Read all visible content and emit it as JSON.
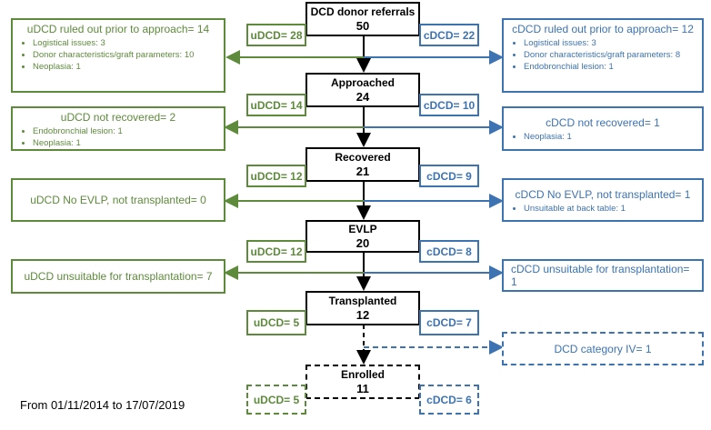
{
  "main_steps": [
    {
      "title": "DCD donor referrals",
      "value": "50"
    },
    {
      "title": "Approached",
      "value": "24"
    },
    {
      "title": "Recovered",
      "value": "21"
    },
    {
      "title": "EVLP",
      "value": "20"
    },
    {
      "title": "Transplanted",
      "value": "12"
    },
    {
      "title": "Enrolled",
      "value": "11"
    }
  ],
  "udcd_counts": [
    "uDCD= 28",
    "uDCD= 14",
    "uDCD= 12",
    "uDCD= 12",
    "uDCD= 5",
    "uDCD= 5"
  ],
  "cdcd_counts": [
    "cDCD= 22",
    "cDCD= 10",
    "cDCD= 9",
    "cDCD= 8",
    "cDCD= 7",
    "cDCD= 6"
  ],
  "left_side": [
    {
      "head": "uDCD ruled out prior to approach= 14",
      "items": [
        "Logistical issues: 3",
        "Donor characteristics/graft parameters: 10",
        "Neoplasia: 1"
      ]
    },
    {
      "head": "uDCD not recovered= 2",
      "items": [
        "Endobronchial lesion: 1",
        "Neoplasia: 1"
      ]
    },
    {
      "head": "uDCD No EVLP, not transplanted= 0",
      "items": []
    },
    {
      "head": "uDCD unsuitable for transplantation= 7",
      "items": []
    }
  ],
  "right_side": [
    {
      "head": "cDCD ruled out prior to approach= 12",
      "items": [
        "Logistical issues: 3",
        "Donor characteristics/graft parameters: 8",
        "Endobronchial lesion: 1"
      ]
    },
    {
      "head": "cDCD not recovered= 1",
      "items": [
        "Neoplasia: 1"
      ]
    },
    {
      "head": "cDCD No EVLP, not transplanted= 1",
      "items": [
        "Unsuitable at back table: 1"
      ]
    },
    {
      "head": "cDCD unsuitable for transplantation= 1",
      "items": []
    },
    {
      "head": "DCD category IV= 1",
      "items": []
    }
  ],
  "footnote": "From 01/11/2014 to 17/07/2019",
  "colors": {
    "green": "#5e8a3c",
    "blue": "#3d73b0",
    "black": "#000000"
  }
}
